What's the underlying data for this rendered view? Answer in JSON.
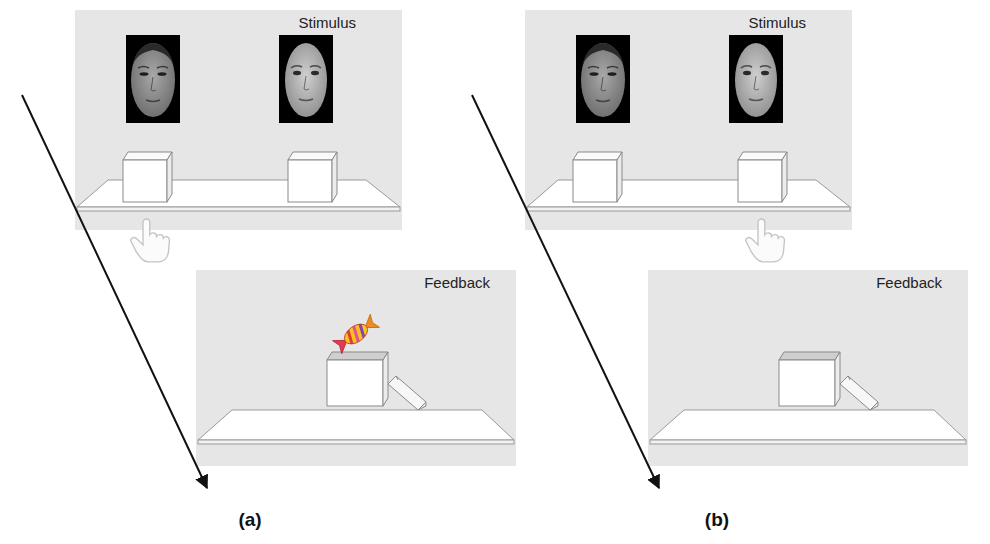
{
  "diagram": {
    "nodes": [
      {
        "text": [
          "Stimulus"
        ]
      },
      {
        "text": [
          "Stimulus"
        ]
      },
      {
        "text": [
          "Feedback"
        ]
      },
      {
        "text": [
          "Feedback"
        ]
      }
    ],
    "labels": [
      "(a)",
      "(b)"
    ]
  }
}
